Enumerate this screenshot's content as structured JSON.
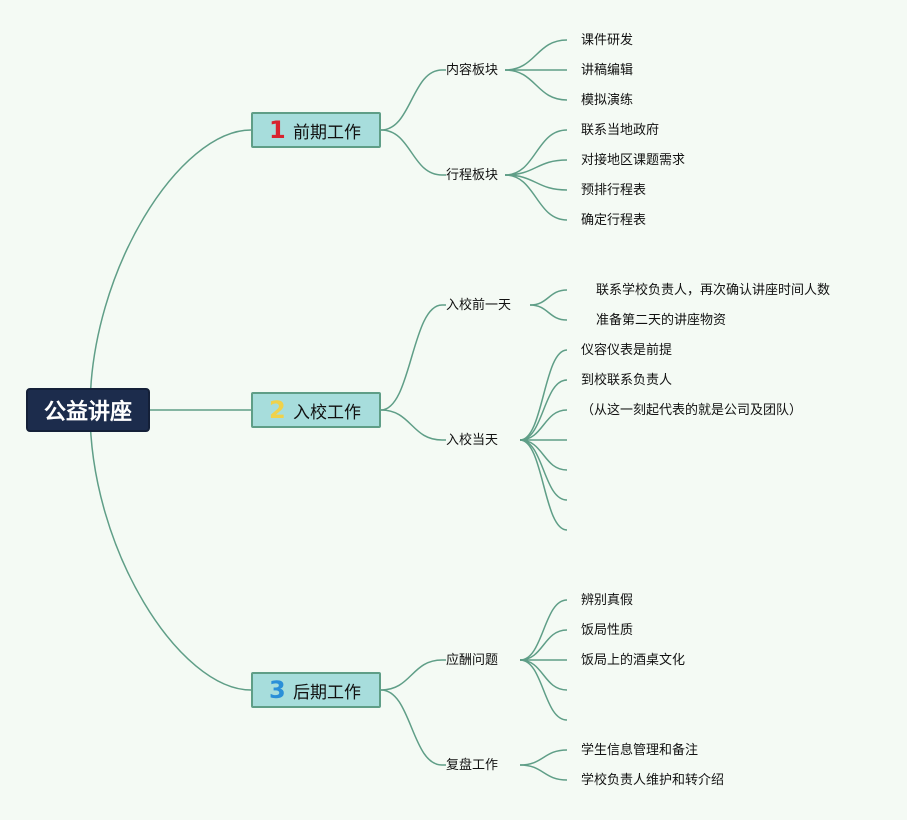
{
  "root": {
    "label": "公益讲座"
  },
  "branches": [
    {
      "num": "1",
      "num_color": "#d8242f",
      "label": "前期工作",
      "subs": [
        {
          "label": "内容板块",
          "leaves": [
            "课件研发",
            "讲稿编辑",
            "模拟演练"
          ]
        },
        {
          "label": "行程板块",
          "leaves": [
            "联系当地政府",
            "对接地区课题需求",
            "预排行程表",
            "确定行程表"
          ]
        }
      ]
    },
    {
      "num": "2",
      "num_color": "#f0d24a",
      "label": "入校工作",
      "subs": [
        {
          "label": "入校前一天",
          "leaves": [
            "联系学校负责人，再次确认讲座时间人数",
            "准备第二天的讲座物资"
          ]
        },
        {
          "label": "入校当天",
          "leaves": [
            "仪容仪表是前提",
            "到校联系负责人",
            "（从这一刻起代表的就是公司及团队）",
            "",
            "",
            "",
            ""
          ]
        }
      ]
    },
    {
      "num": "3",
      "num_color": "#2a8fd8",
      "label": "后期工作",
      "subs": [
        {
          "label": "应酬问题",
          "leaves": [
            "辨别真假",
            "饭局性质",
            "饭局上的酒桌文化",
            "",
            ""
          ]
        },
        {
          "label": "复盘工作",
          "leaves": [
            "学生信息管理和备注",
            "学校负责人维护和转介绍"
          ]
        }
      ]
    }
  ],
  "colors": {
    "line": "#5f9e87",
    "root_bg": "#1c2c4c",
    "branch_bg": "#a7dddc"
  }
}
